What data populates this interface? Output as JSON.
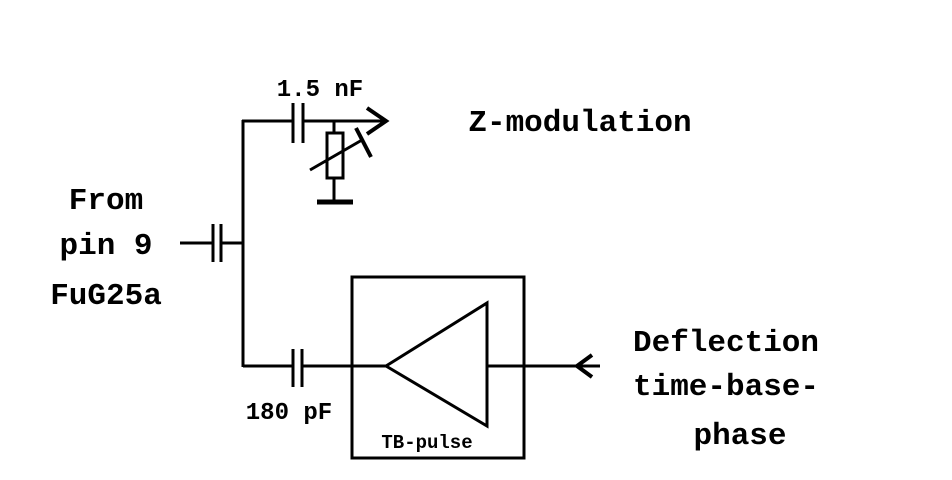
{
  "input_label": {
    "line1": "From",
    "line2": "pin 9",
    "line3": "FuG25a"
  },
  "top_capacitor": {
    "value": "1.5 nF"
  },
  "top_output": {
    "label": "Z-modulation"
  },
  "bottom_capacitor": {
    "value": "180 pF"
  },
  "amplifier_block": {
    "label": "TB-pulse"
  },
  "deflection_input": {
    "line1": "Deflection",
    "line2": "time-base-",
    "line3": "phase"
  },
  "colors": {
    "ink": "#000000",
    "background": "#ffffff"
  }
}
